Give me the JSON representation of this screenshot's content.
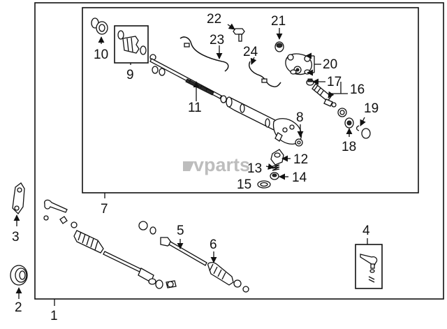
{
  "watermark": "vparts",
  "callouts": {
    "c1": "1",
    "c2": "2",
    "c3": "3",
    "c4": "4",
    "c5": "5",
    "c6": "6",
    "c7": "7",
    "c8": "8",
    "c9": "9",
    "c10": "10",
    "c11": "11",
    "c12": "12",
    "c13": "13",
    "c14": "14",
    "c15": "15",
    "c16": "16",
    "c17": "17",
    "c18": "18",
    "c19": "19",
    "c20": "20",
    "c21": "21",
    "c22": "22",
    "c23": "23",
    "c24": "24"
  },
  "colors": {
    "line": "#111111",
    "watermark": "#bdbdbd",
    "background": "#ffffff"
  }
}
